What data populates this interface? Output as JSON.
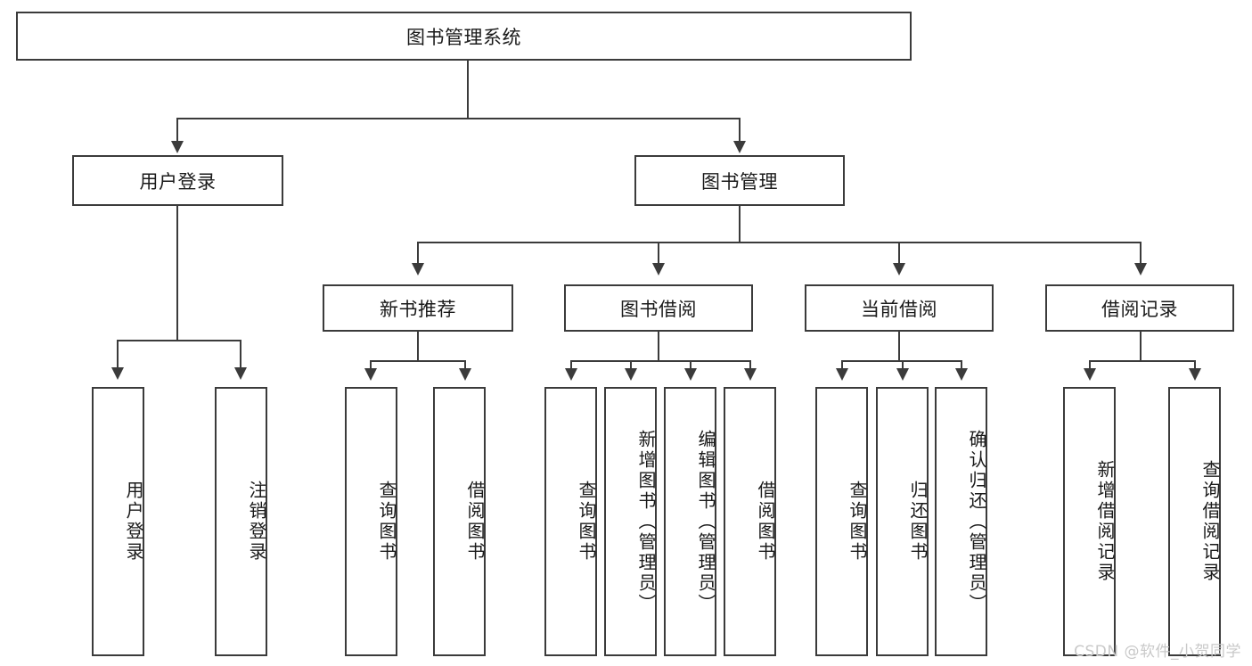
{
  "diagram": {
    "title": "图书管理系统",
    "type": "tree-hierarchy",
    "root": {
      "label": "图书管理系统"
    },
    "level1": [
      {
        "label": "用户登录"
      },
      {
        "label": "图书管理"
      }
    ],
    "level2": [
      {
        "label": "新书推荐"
      },
      {
        "label": "图书借阅"
      },
      {
        "label": "当前借阅"
      },
      {
        "label": "借阅记录"
      }
    ],
    "leaves": {
      "user_login": [
        {
          "label": "用户登录"
        },
        {
          "label": "注销登录"
        }
      ],
      "new_book_recommend": [
        {
          "label": "查询图书"
        },
        {
          "label": "借阅图书"
        }
      ],
      "book_borrow": [
        {
          "label": "查询图书"
        },
        {
          "label": "新增图书（管理员）"
        },
        {
          "label": "编辑图书（管理员）"
        },
        {
          "label": "借阅图书"
        }
      ],
      "current_borrow": [
        {
          "label": "查询图书"
        },
        {
          "label": "归还图书"
        },
        {
          "label": "确认归还（管理员）"
        }
      ],
      "borrow_record": [
        {
          "label": "新增借阅记录"
        },
        {
          "label": "查询借阅记录"
        }
      ]
    }
  },
  "watermark": {
    "text": "CSDN @软件_小贺同学"
  },
  "colors": {
    "stroke": "#3b3b3b",
    "background": "#ffffff",
    "text": "#1a1a1a",
    "watermark": "#c9c9c9"
  }
}
